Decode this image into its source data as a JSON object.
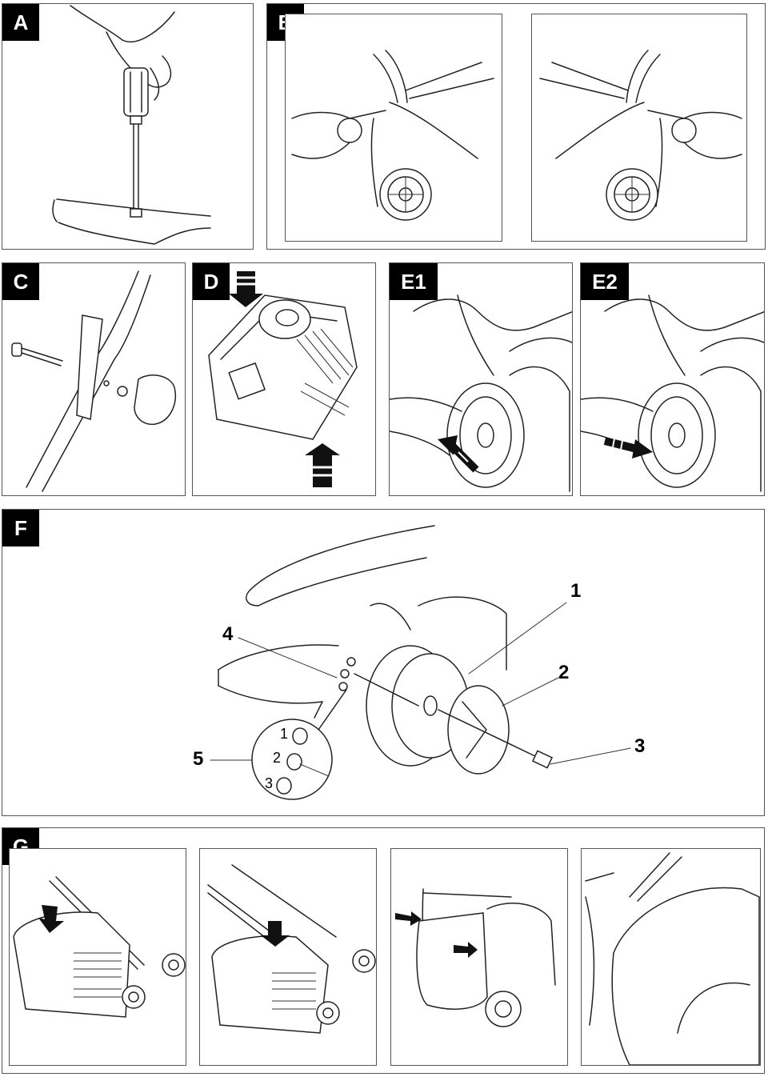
{
  "panels": {
    "a": "A",
    "b": "B",
    "c": "C",
    "d": "D",
    "e1": "E1",
    "e2": "E2",
    "f": "F",
    "g": "G"
  },
  "f_callouts": {
    "wheel": "1",
    "hubcap": "2",
    "bolt": "3",
    "holes": "4",
    "detail": "5",
    "detail_1": "1",
    "detail_2": "2",
    "detail_3": "3"
  },
  "colors": {
    "line": "#222222",
    "label_bg": "#000000",
    "label_fg": "#ffffff",
    "frame": "#555555"
  }
}
